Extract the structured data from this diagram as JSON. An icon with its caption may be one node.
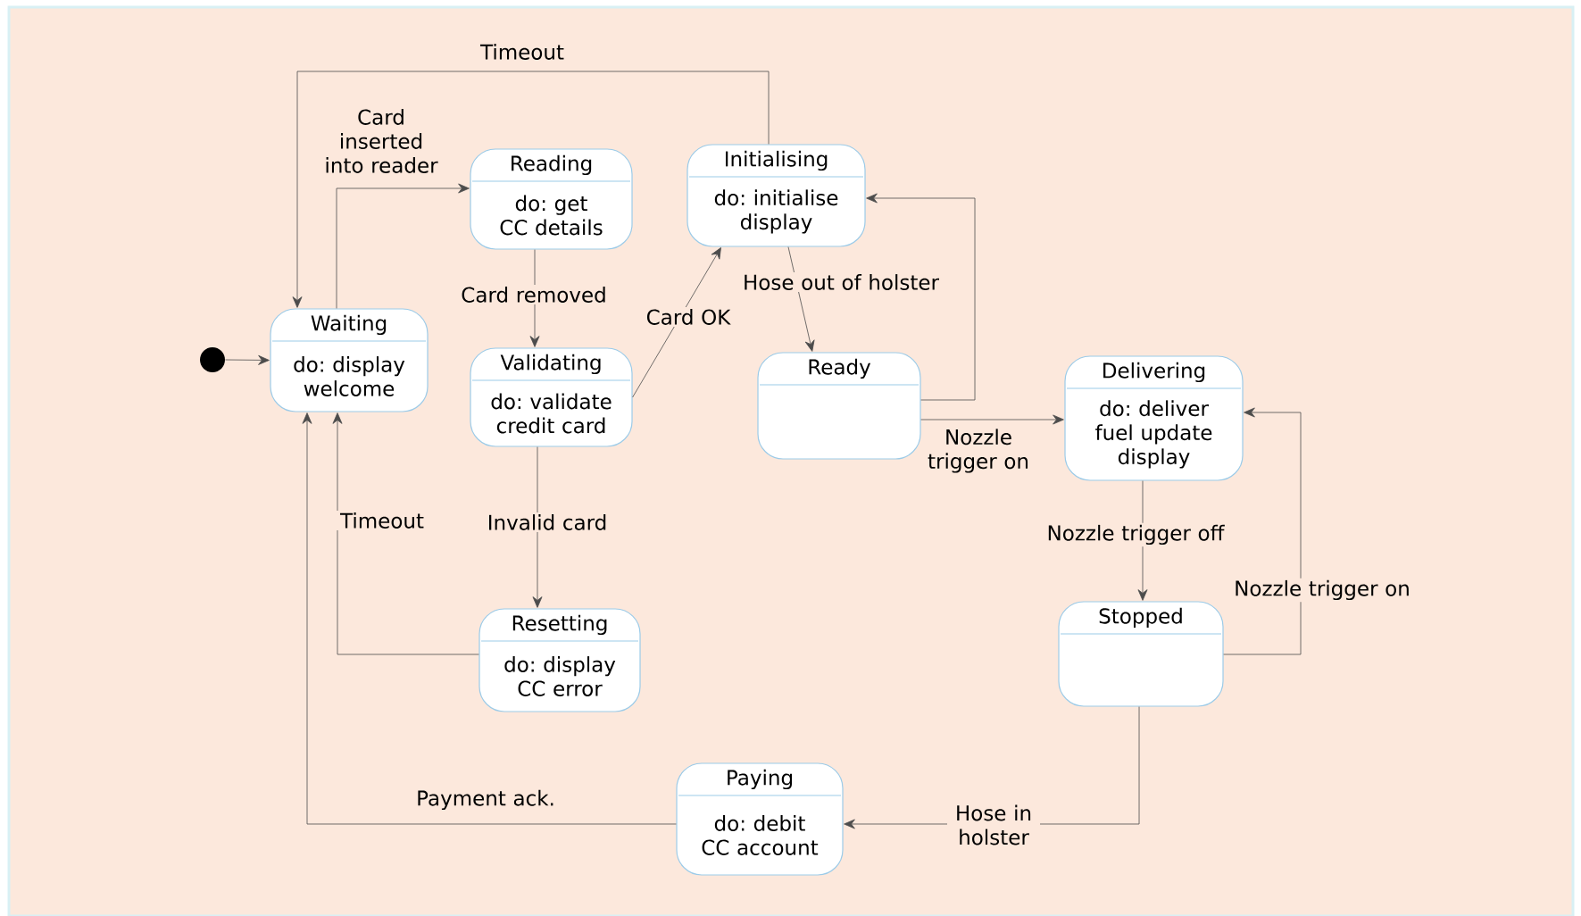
{
  "diagram": {
    "nodes": [
      {
        "text": [],
        "shape": "circle"
      },
      {
        "text": [
          "Waiting",
          "do: display welcome"
        ]
      },
      {
        "text": [
          "Reading",
          "do: get CC details"
        ]
      },
      {
        "text": [
          "Initialising",
          "do: initialise display"
        ]
      },
      {
        "text": [
          "Validating",
          "do: validate credit card"
        ]
      },
      {
        "text": [
          "Ready"
        ]
      },
      {
        "text": [
          "Delivering",
          "do: deliver fuel update display"
        ]
      },
      {
        "text": [
          "Resetting",
          "do: display CC error"
        ]
      },
      {
        "text": [
          "Stopped"
        ]
      },
      {
        "text": [
          "Paying",
          "do: debit CC account"
        ]
      }
    ],
    "edges": [
      {
        "from": 0,
        "to": 1,
        "arrow": "to"
      },
      {
        "from": 1,
        "to": 2,
        "arrow": "to",
        "label": "Card inserted into reader"
      },
      {
        "from": 3,
        "to": 1,
        "arrow": "to",
        "label": "Timeout"
      },
      {
        "from": 2,
        "to": 4,
        "arrow": "to",
        "label": "Card removed"
      },
      {
        "from": 4,
        "to": 3,
        "arrow": "to",
        "label": "Card OK"
      },
      {
        "from": 3,
        "to": 5,
        "arrow": "to",
        "label": "Hose out of holster"
      },
      {
        "from": 5,
        "to": 3,
        "arrow": "to"
      },
      {
        "from": 5,
        "to": 6,
        "arrow": "to",
        "label": "Nozzle trigger on"
      },
      {
        "from": 4,
        "to": 7,
        "arrow": "to",
        "label": "Invalid card"
      },
      {
        "from": 7,
        "to": 1,
        "arrow": "to",
        "label": "Timeout"
      },
      {
        "from": 6,
        "to": 8,
        "arrow": "to",
        "label": "Nozzle trigger off"
      },
      {
        "from": 8,
        "to": 6,
        "arrow": "to",
        "label": "Nozzle trigger on"
      },
      {
        "from": 8,
        "to": 9,
        "arrow": "to",
        "label": "Hose in holster"
      },
      {
        "from": 9,
        "to": 1,
        "arrow": "to",
        "label": "Payment ack."
      }
    ]
  }
}
